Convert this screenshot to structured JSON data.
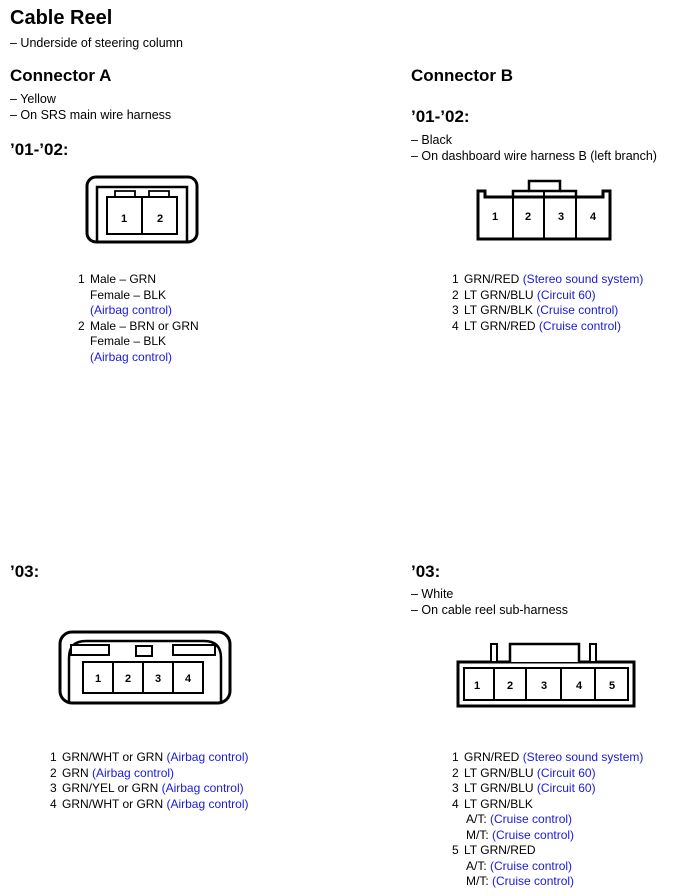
{
  "page_title": "Cable Reel",
  "page_subtitle": "– Underside of steering column",
  "connector_a": {
    "heading": "Connector A",
    "notes": [
      "– Yellow",
      "– On SRS main wire harness"
    ],
    "year_0102": "’01-’02:",
    "pins_0102": [
      {
        "num": "1",
        "lines": [
          {
            "text": "Male – GRN",
            "note": ""
          },
          {
            "text": "Female – BLK",
            "note": ""
          },
          {
            "text": "",
            "note": "(Airbag control)"
          }
        ]
      },
      {
        "num": "2",
        "lines": [
          {
            "text": "Male – BRN or GRN",
            "note": ""
          },
          {
            "text": "Female – BLK",
            "note": ""
          },
          {
            "text": "",
            "note": "(Airbag control)"
          }
        ]
      }
    ],
    "diagram_0102_labels": [
      "1",
      "2"
    ],
    "year_03": "’03:",
    "diagram_03_labels": [
      "1",
      "2",
      "3",
      "4"
    ],
    "pins_03": [
      {
        "num": "1",
        "text": "GRN/WHT or GRN",
        "note": "(Airbag control)"
      },
      {
        "num": "2",
        "text": "GRN",
        "note": "(Airbag control)"
      },
      {
        "num": "3",
        "text": "GRN/YEL or GRN",
        "note": "(Airbag control)"
      },
      {
        "num": "4",
        "text": "GRN/WHT or GRN",
        "note": "(Airbag control)"
      }
    ]
  },
  "connector_b": {
    "heading": "Connector B",
    "year_0102": "’01-’02:",
    "notes_0102": [
      "– Black",
      "– On dashboard wire harness B (left branch)"
    ],
    "diagram_0102_labels": [
      "1",
      "2",
      "3",
      "4"
    ],
    "pins_0102": [
      {
        "num": "1",
        "text": "GRN/RED",
        "note": "(Stereo sound system)"
      },
      {
        "num": "2",
        "text": "LT GRN/BLU",
        "note": "(Circuit 60)"
      },
      {
        "num": "3",
        "text": "LT GRN/BLK",
        "note": "(Cruise control)"
      },
      {
        "num": "4",
        "text": "LT GRN/RED",
        "note": "(Cruise control)"
      }
    ],
    "year_03": "’03:",
    "notes_03": [
      "– White",
      "– On cable reel sub-harness"
    ],
    "diagram_03_labels": [
      "1",
      "2",
      "3",
      "4",
      "5"
    ],
    "pins_03": [
      {
        "num": "1",
        "text": "GRN/RED",
        "note": "(Stereo sound system)",
        "subs": []
      },
      {
        "num": "2",
        "text": "LT GRN/BLU",
        "note": "(Circuit 60)",
        "subs": []
      },
      {
        "num": "3",
        "text": "LT GRN/BLU",
        "note": "(Circuit 60)",
        "subs": []
      },
      {
        "num": "4",
        "text": "LT GRN/BLK",
        "note": "",
        "subs": [
          {
            "label": "A/T:",
            "note": "(Cruise control)"
          },
          {
            "label": "M/T:",
            "note": "(Cruise control)"
          }
        ]
      },
      {
        "num": "5",
        "text": "LT GRN/RED",
        "note": "",
        "subs": [
          {
            "label": "A/T:",
            "note": "(Cruise control)"
          },
          {
            "label": "M/T:",
            "note": "(Cruise control)"
          }
        ]
      }
    ]
  }
}
